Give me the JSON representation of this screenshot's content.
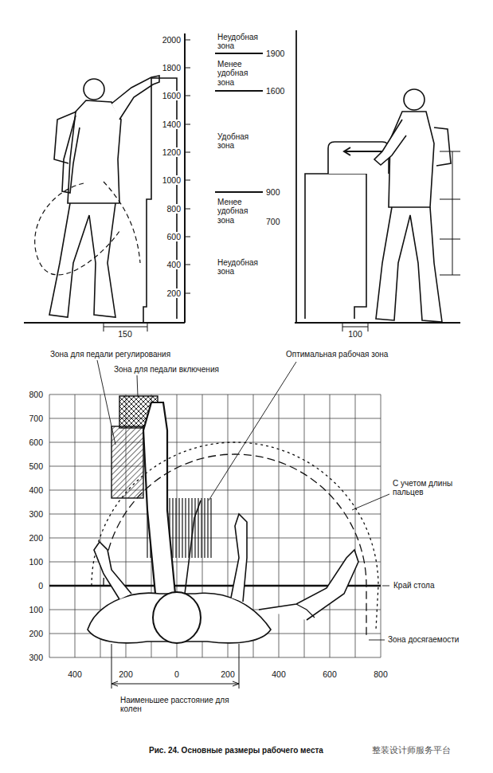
{
  "diagram": {
    "caption": "Рис. 24. Основные размеры рабочего места",
    "labels": [
      "2000",
      "1800",
      "1600",
      "1400",
      "1200",
      "1000",
      "800",
      "600",
      "400",
      "200",
      "Неудобная зона",
      "1900",
      "Менее удобная зона",
      "1600",
      "Удобная зона",
      "900",
      "Менее удобная зона",
      "700",
      "Неудобная зона",
      "150",
      "100",
      "Зона для педали регулирования",
      "Зона для педали включения",
      "Оптимальная рабочая зона",
      "С учетом длины пальцев",
      "Край стола",
      "Зона досягаемости",
      "800",
      "700",
      "600",
      "500",
      "400",
      "300",
      "200",
      "100",
      "0",
      "100",
      "200",
      "300",
      "400",
      "200",
      "0",
      "200",
      "400",
      "600",
      "800",
      "Наименьшее расстояние для колен",
      "整装设计师服务平台"
    ]
  }
}
